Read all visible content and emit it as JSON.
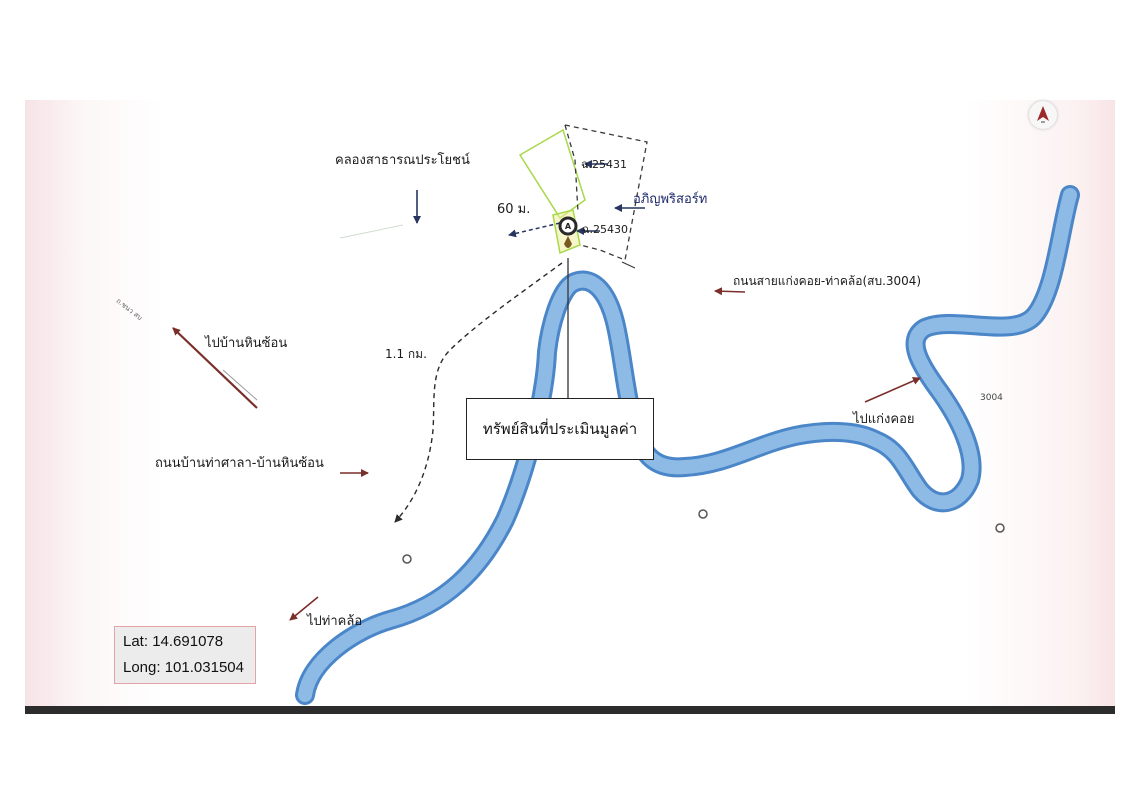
{
  "labels": {
    "canal": "คลองสาธารณประโยชน์",
    "deed_25431": "ฉ.25431",
    "deed_25430": "ฉ.25430",
    "distance_60": "60 ม.",
    "resort": "อภิญพริสอร์ท",
    "road_kaengkhoi": "ถนนสายแก่งคอย-ท่าคล้อ(สบ.3004)",
    "to_hinsorn": "ไปบ้านหินซ้อน",
    "distance_1_1km": "1.1 กม.",
    "road_thasala": "ถนนบ้านท่าศาลา-บ้านหินซ้อน",
    "to_kaengkhoi": "ไปแก่งคอย",
    "to_thakhlo": "ไปท่าคล้อ",
    "road_code": "3004",
    "small_left_road": "ถ.ชนว สบ"
  },
  "property": {
    "label": "ทรัพย์สินที่ประเมินมูลค่า"
  },
  "coordinates": {
    "lat_label": "Lat:",
    "lat_value": "14.691078",
    "long_label": "Long:",
    "long_value": "101.031504"
  },
  "colors": {
    "river_fill": "#8ebbe6",
    "river_edge": "#4a86c8",
    "arrow_brown": "#7a2f2a",
    "arrow_navy": "#27355f",
    "parcel_green": "#a9d84a",
    "dashed_dark": "#3a3a3a"
  },
  "icons": {
    "north": "north-arrow-icon",
    "location": "location-pin-icon",
    "places": "circle-marker-icon"
  }
}
